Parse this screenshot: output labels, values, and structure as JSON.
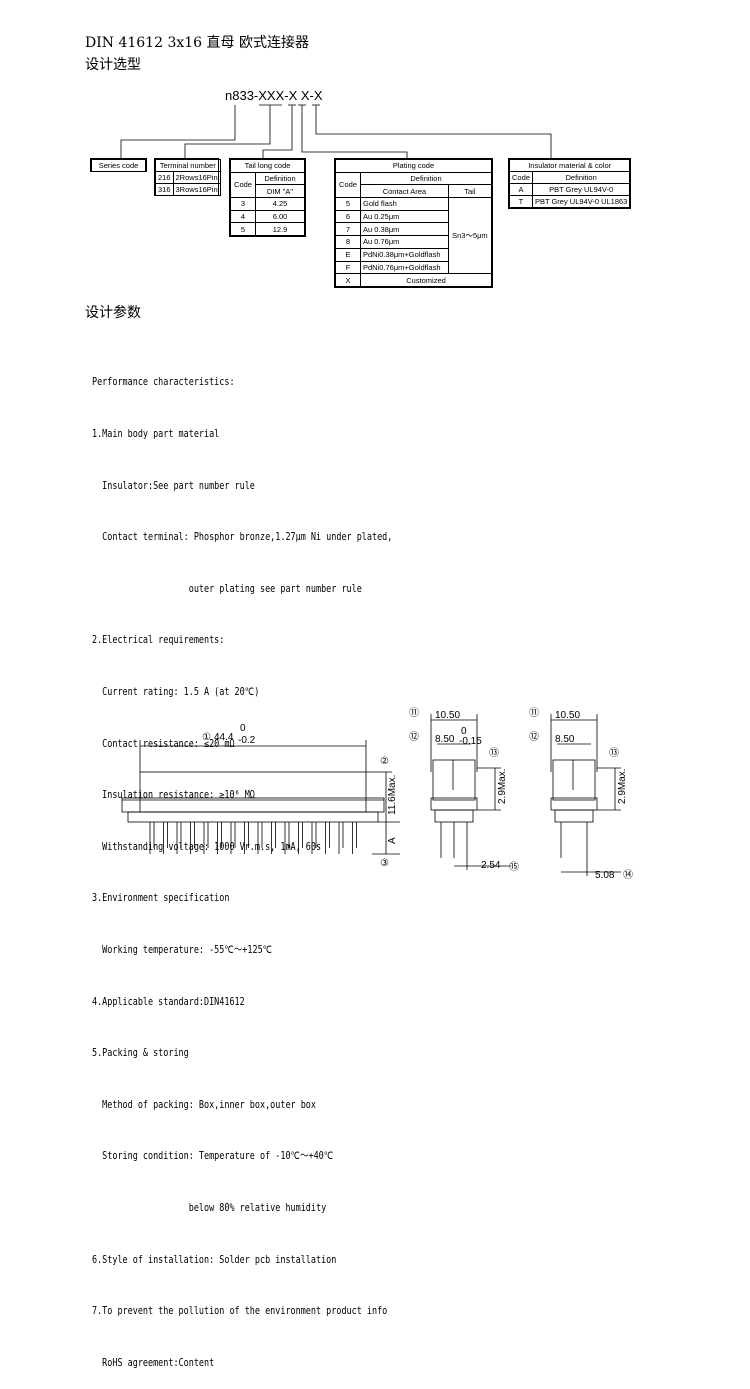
{
  "title": "DIN 41612 3x16  直母  欧式连接器",
  "subtitle": "设计选型",
  "params_heading": "设计参数",
  "part_number": {
    "code": "n833-XXX-X X-X",
    "series_box": "Series code",
    "terminal": {
      "header": "Terminal number",
      "rows": [
        [
          "216",
          "2Rows16Pin"
        ],
        [
          "316",
          "3Rows16Pin"
        ]
      ]
    },
    "tail": {
      "header": "Tail long code",
      "code_label": "Code",
      "def_label": "Definition",
      "dim_label": "DIM \"A\"",
      "rows": [
        [
          "3",
          "4.25"
        ],
        [
          "4",
          "6.00"
        ],
        [
          "5",
          "12.9"
        ]
      ]
    },
    "plating": {
      "header": "Plating code",
      "code_label": "Code",
      "def_label": "Definition",
      "contact_label": "Contact Area",
      "tail_label": "Tail",
      "tail_value": "Sn3～5μm",
      "rows": [
        [
          "5",
          "Gold flash"
        ],
        [
          "6",
          "Au 0.25μm"
        ],
        [
          "7",
          "Au 0.38μm"
        ],
        [
          "8",
          "Au 0.76μm"
        ],
        [
          "E",
          "PdNi0.38μm+Goldflash"
        ],
        [
          "F",
          "PdNi0.76μm+Goldflash"
        ]
      ],
      "custom_code": "X",
      "custom_label": "Customized"
    },
    "insulator": {
      "header": "Insulator material & color",
      "code_label": "Code",
      "def_label": "Definition",
      "rows": [
        [
          "A",
          "PBT Grey UL94V-0"
        ],
        [
          "T",
          "PBT Grey UL94V-0 UL1863"
        ]
      ]
    }
  },
  "performance": [
    "Performance characteristics:",
    "1.Main body part material",
    "  Insulator:See part number rule",
    "  Contact terminal: Phosphor bronze,1.27μm Ni under plated,",
    "                   outer plating see part number rule",
    "2.Electrical requirements:",
    "  Current rating: 1.5 A (at 20℃)",
    "  Contact resistance: ≤20 mΩ",
    "  Insulation resistance: ≥10⁶ MΩ",
    "  Withstanding voltage: 1000 Vr.m.s, 1mA, 60s",
    "3.Environment specification",
    "  Working temperature: -55℃～+125℃",
    "4.Applicable standard:DIN41612",
    "5.Packing & storing",
    "  Method of packing: Box,inner box,outer box",
    "  Storing condition: Temperature of -10℃～+40℃",
    "                   below 80% relative humidity",
    "6.Style of installation: Solder pcb installation",
    "7.To prevent the pollution of the environment product info",
    "  RoHS agreement:Content"
  ],
  "drawing": {
    "dim_length": "44.4",
    "dim_length_tol_top": "0",
    "dim_length_tol_bot": "-0.2",
    "dim_height": "11.6Max.",
    "dim_a": "A",
    "dim_width1": "10.50",
    "dim_inner1": "8.50",
    "dim_inner_tol_top": "0",
    "dim_inner_tol_bot": "-0.15",
    "dim_side_h": "2.9Max.",
    "dim_pitch1": "2.54",
    "dim_width2": "10.50",
    "dim_inner2": "8.50",
    "dim_pitch2": "5.08",
    "callout_1": "①",
    "callout_2": "②",
    "callout_3": "③",
    "callout_11": "⑪",
    "callout_12": "⑫",
    "callout_13": "⑬",
    "callout_14": "⑭",
    "callout_15": "⑮"
  }
}
